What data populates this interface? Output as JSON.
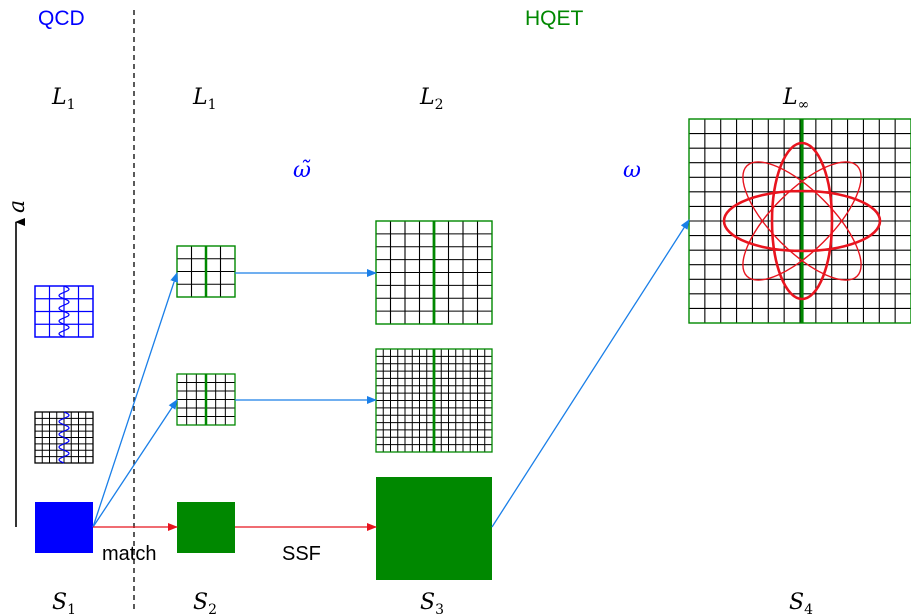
{
  "regions": {
    "qcd": {
      "label": "QCD",
      "color": "#0000ff"
    },
    "hqet": {
      "label": "HQET",
      "color": "#008800"
    }
  },
  "sizes": {
    "l1_qcd": {
      "base": "L",
      "sub": "1"
    },
    "l1_hqet": {
      "base": "L",
      "sub": "1"
    },
    "l2": {
      "base": "L",
      "sub": "2"
    },
    "linf": {
      "base": "L",
      "sub": "∞"
    }
  },
  "steps": {
    "s1": {
      "base": "S",
      "sub": "1"
    },
    "s2": {
      "base": "S",
      "sub": "2"
    },
    "s3": {
      "base": "S",
      "sub": "3"
    },
    "s4": {
      "base": "S",
      "sub": "4"
    }
  },
  "parameters": {
    "omega_tilde": "ω̃",
    "omega": "ω"
  },
  "axis": {
    "label": "a"
  },
  "arrows": {
    "match": "match",
    "ssf": "SSF"
  },
  "colors": {
    "blue": "#0000ff",
    "green": "#008800",
    "arrow_blue": "#1a7fe8",
    "arrow_red": "#e8141e",
    "curve_red": "#e8141e"
  }
}
